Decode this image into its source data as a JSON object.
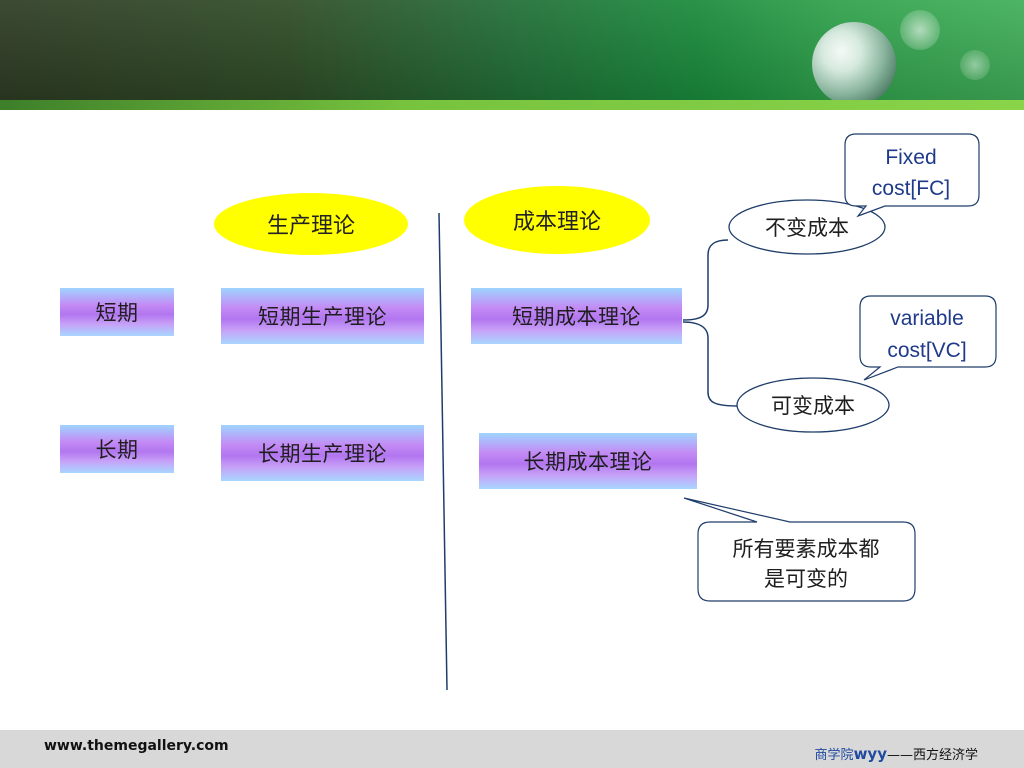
{
  "header": {
    "colors": {
      "dark": "#2c3a22",
      "green": "#178a3a",
      "stripe": "#78c33e"
    }
  },
  "ellipses": {
    "production": "生产理论",
    "cost": "成本理论"
  },
  "row_labels": {
    "short": "短期",
    "long": "长期"
  },
  "boxes": {
    "short_production": "短期生产理论",
    "long_production": "长期生产理论",
    "short_cost": "短期成本理论",
    "long_cost": "长期成本理论"
  },
  "nodes": {
    "fixed_cost": "不变成本",
    "variable_cost": "可变成本"
  },
  "callouts": {
    "fixed": [
      "Fixed",
      "cost[FC]"
    ],
    "variable": [
      "variable",
      "cost[VC]"
    ],
    "long_run": [
      "所有要素成本都",
      "是可变的"
    ]
  },
  "footer": {
    "website": "www.themegallery.com",
    "course_prefix": "商学院",
    "course_author": "wyy",
    "course_suffix": "——西方经济学"
  },
  "colors": {
    "ellipse": "#ffff00",
    "callout_text": "#1f3a8a",
    "outline": "#1f3d6b",
    "footer_bg": "#d8d8d8"
  }
}
